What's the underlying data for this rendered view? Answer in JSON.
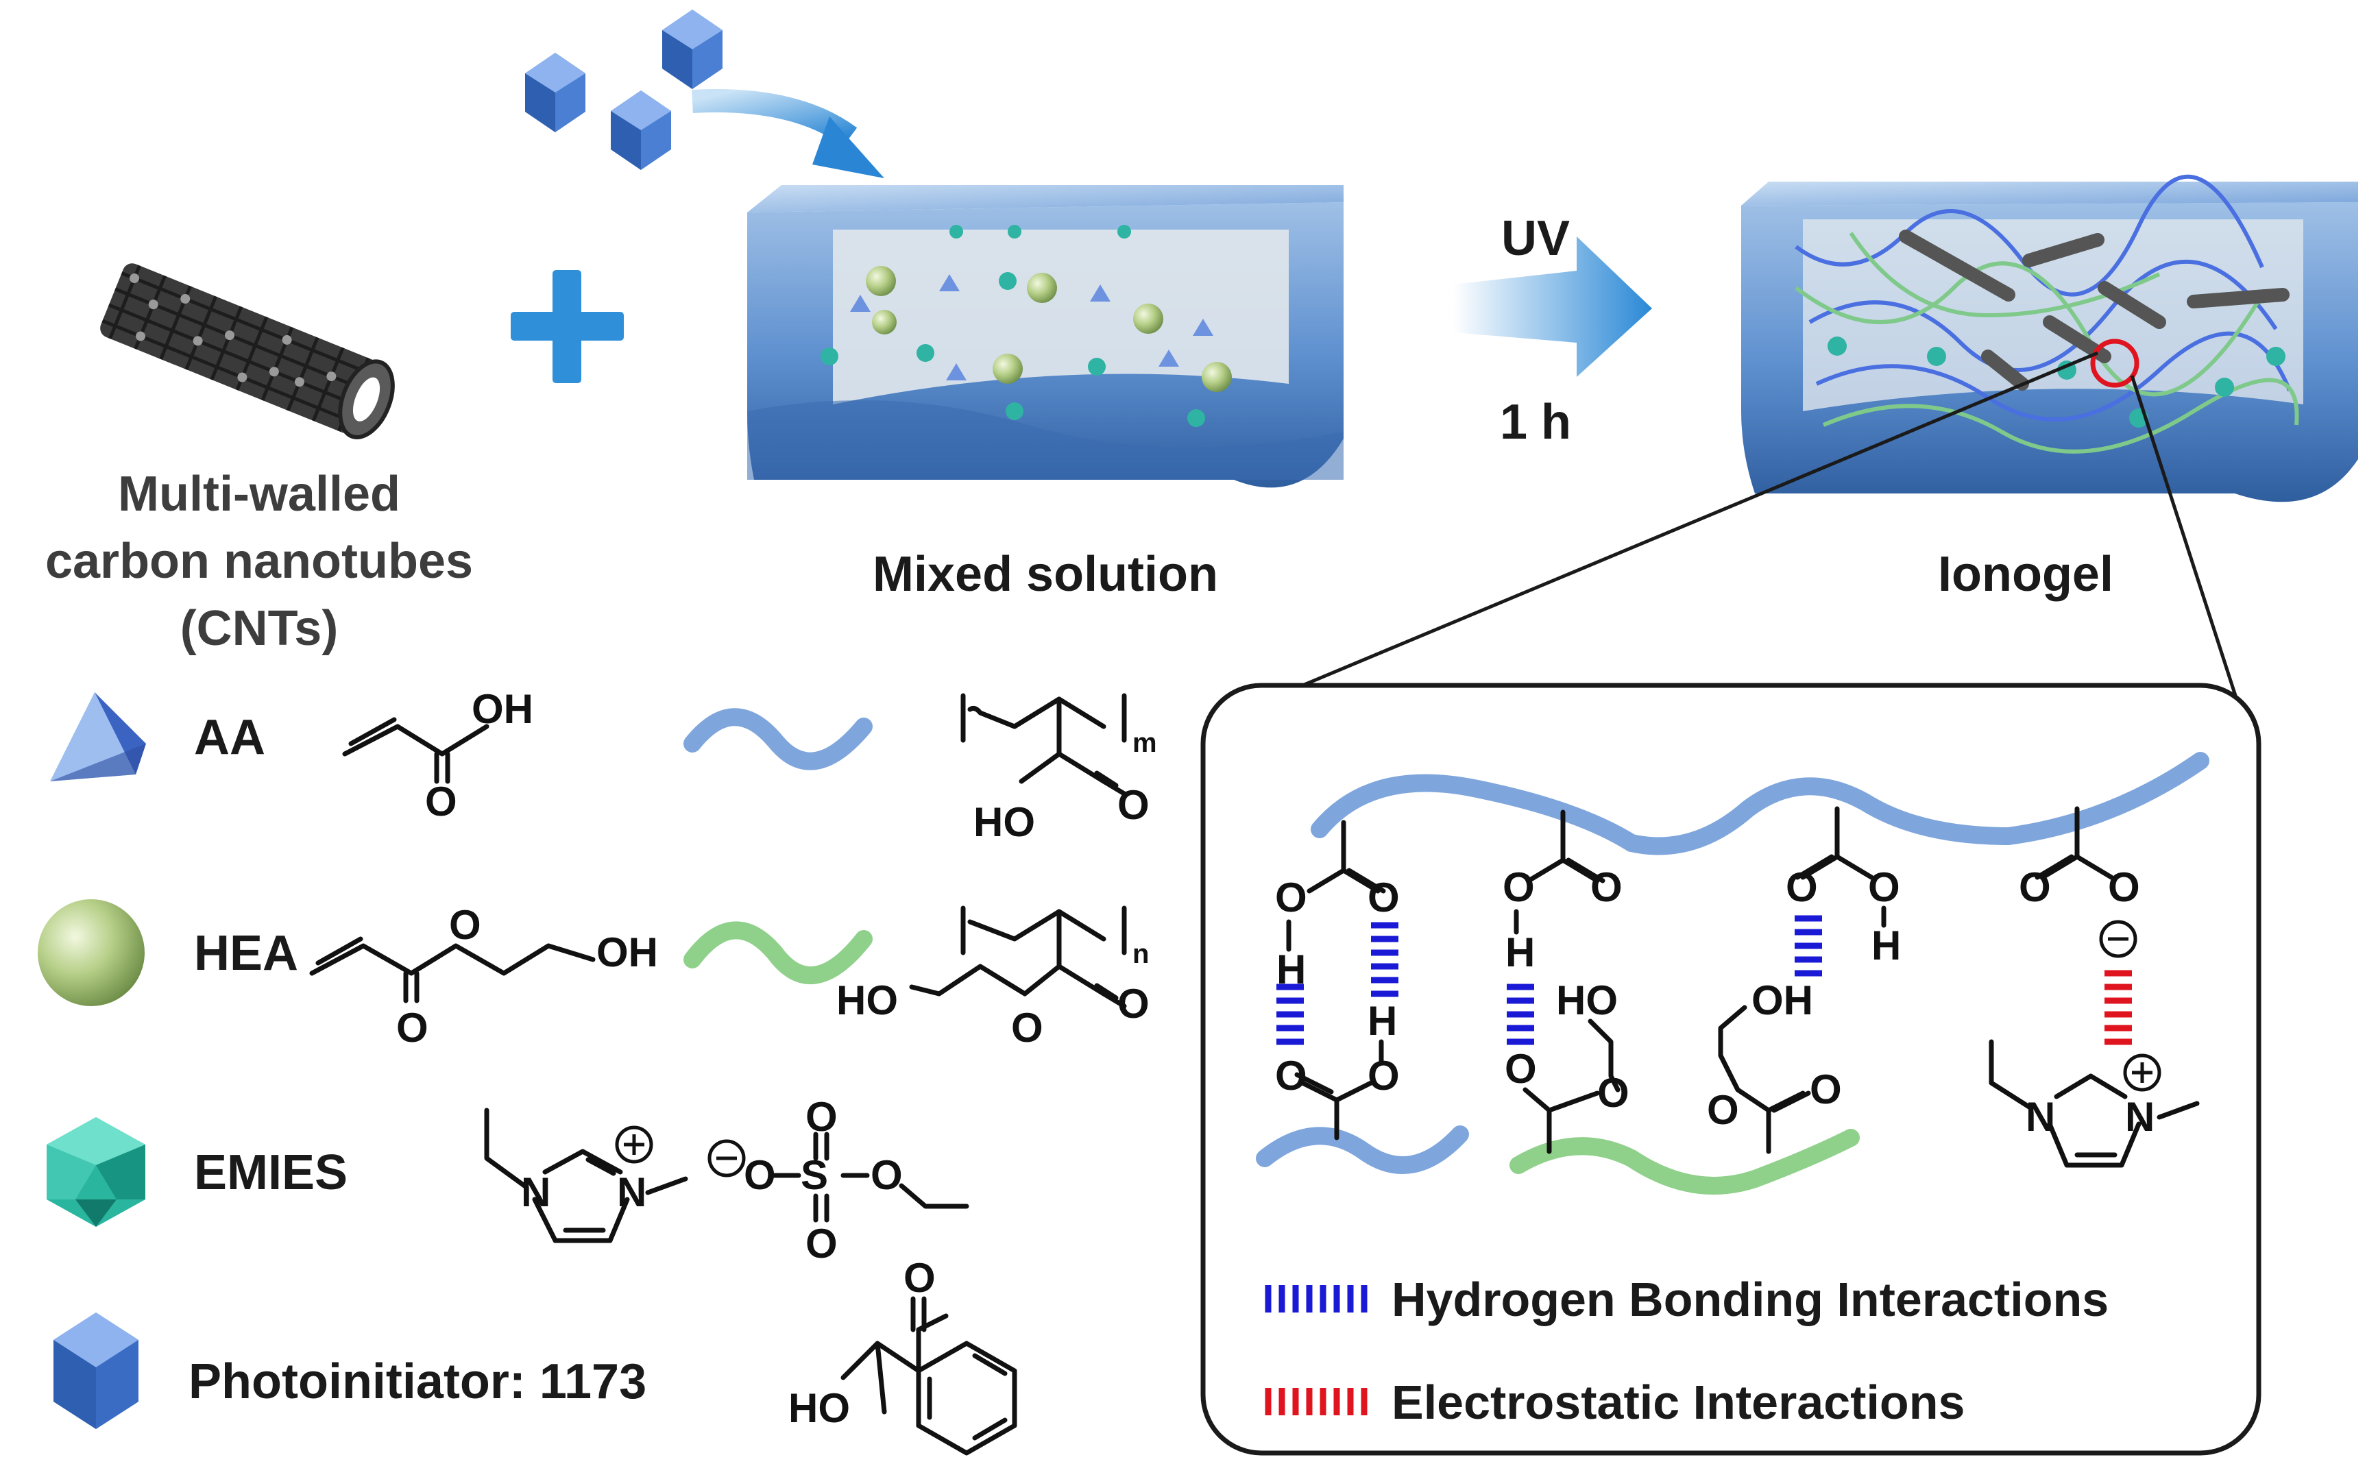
{
  "cnt_label": [
    "Multi-walled",
    "carbon nanotubes",
    "(CNTs)"
  ],
  "mixed_solution_label": "Mixed solution",
  "uv_label": "UV",
  "time_label": "1 h",
  "ionogel_label": "Ionogel",
  "legend": {
    "aa": "AA",
    "hea": "HEA",
    "emies": "EMIES",
    "photoinitiator": "Photoinitiator: 1173"
  },
  "chem": {
    "oh": "OH",
    "o": "O",
    "ho": "HO",
    "h": "H",
    "n": "N",
    "s": "S",
    "m": "m",
    "n_sub": "n"
  },
  "interaction_legend": {
    "hydrogen": "Hydrogen Bonding Interactions",
    "electrostatic": "Electrostatic Interactions"
  },
  "colors": {
    "paa_chain": "#7fa6dc",
    "phea_chain": "#8fd18a",
    "hbond": "#1919d6",
    "electrostatic": "#e0141e",
    "gel_blue": "#5b8fd0",
    "plus_blue": "#2f8fd8"
  }
}
